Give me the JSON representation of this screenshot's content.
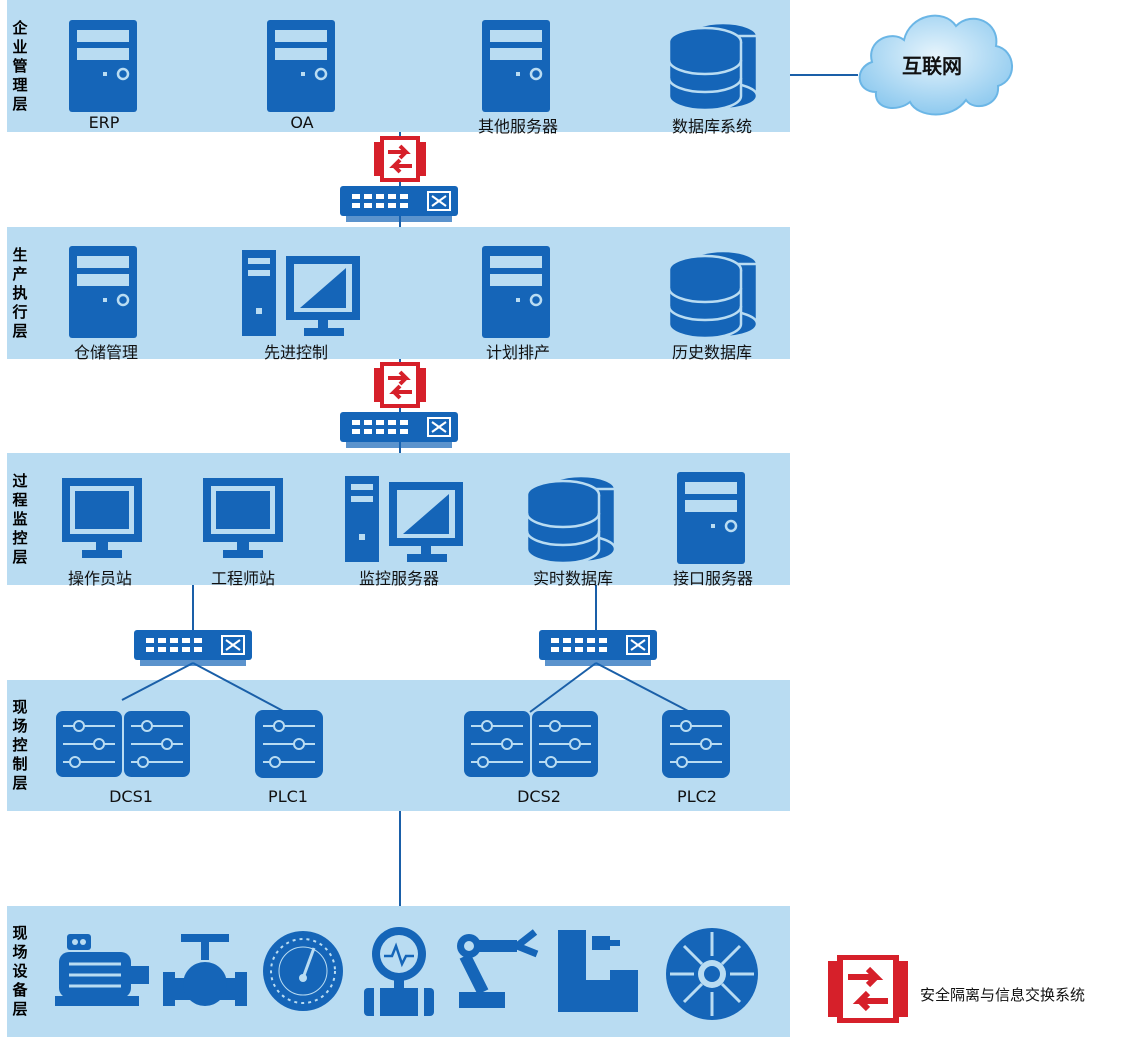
{
  "layers": {
    "enterprise": {
      "title": [
        "企",
        "业",
        "管",
        "理",
        "层"
      ],
      "nodes": [
        "ERP",
        "OA",
        "其他服务器",
        "数据库系统"
      ]
    },
    "mes": {
      "title": [
        "生",
        "产",
        "执",
        "行",
        "层"
      ],
      "nodes": [
        "仓储管理",
        "先进控制",
        "计划排产",
        "历史数据库"
      ]
    },
    "process": {
      "title": [
        "过",
        "程",
        "监",
        "控",
        "层"
      ],
      "nodes": [
        "操作员站",
        "工程师站",
        "监控服务器",
        "实时数据库",
        "接口服务器"
      ]
    },
    "control": {
      "title": [
        "现",
        "场",
        "控",
        "制",
        "层"
      ],
      "nodes": [
        "DCS1",
        "PLC1",
        "DCS2",
        "PLC2"
      ]
    },
    "device": {
      "title": [
        "现",
        "场",
        "设",
        "备",
        "层"
      ]
    }
  },
  "internet": "互联网",
  "legend": {
    "label": "安全隔离与信息交换系统"
  },
  "colors": {
    "band": "#b9dcf2",
    "icon": "#1565b8",
    "isolation": "#d6202a",
    "line": "#1a5fa8"
  }
}
